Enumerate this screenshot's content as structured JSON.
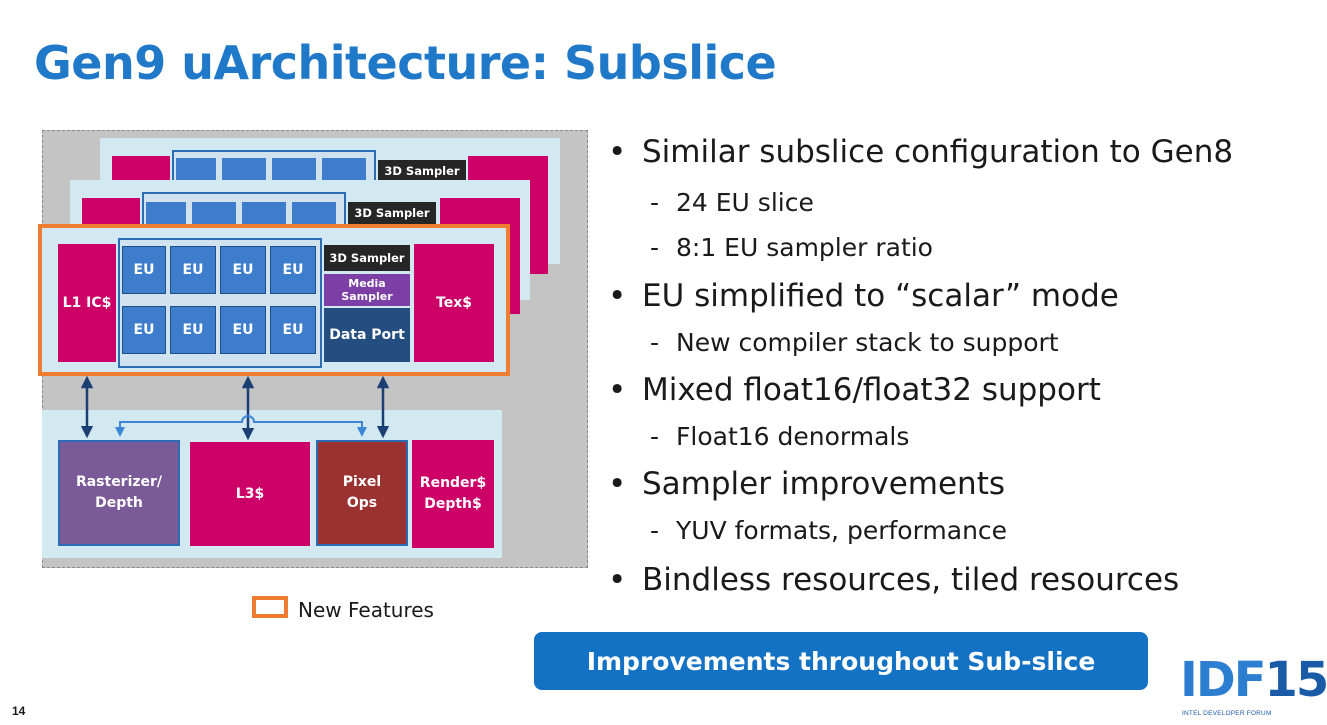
{
  "title": "Gen9 uArchitecture: Subslice",
  "diagram": {
    "back_sampler_label": "3D Sampler",
    "eu_label": "EU",
    "l1_label": "L1 IC$",
    "sampler_label": "3D Sampler",
    "media_sampler_label": "Media Sampler",
    "data_port_label": "Data Port",
    "tex_label": "Tex$",
    "rasterizer_label": "Rasterizer/ Depth",
    "l3_label": "L3$",
    "pixel_ops_label": "Pixel Ops",
    "render_label": "Render$ Depth$",
    "legend_label": "New Features"
  },
  "bullets": [
    {
      "level": 1,
      "text": "Similar subslice configuration to Gen8"
    },
    {
      "level": 2,
      "text": "24 EU slice"
    },
    {
      "level": 2,
      "text": "8:1 EU sampler ratio"
    },
    {
      "level": 1,
      "text": "EU simplified to “scalar” mode"
    },
    {
      "level": 2,
      "text": "New compiler stack to support"
    },
    {
      "level": 1,
      "text": "Mixed float16/float32 support"
    },
    {
      "level": 2,
      "text": "Float16 denormals"
    },
    {
      "level": 1,
      "text": "Sampler improvements"
    },
    {
      "level": 2,
      "text": "YUV formats, performance"
    },
    {
      "level": 1,
      "text": "Bindless resources, tiled resources"
    }
  ],
  "markers": {
    "level1": "•",
    "level2": "-"
  },
  "banner": "Improvements throughout Sub-slice",
  "page_number": "14",
  "logo": {
    "main": "IDF",
    "number": "15",
    "sub": "INTEL DEVELOPER FORUM"
  },
  "colors": {
    "title": "#1f78c8",
    "magenta": "#cc0066",
    "eu_blue": "#3d7dcc",
    "orange_highlight": "#ee7d31",
    "media_sampler": "#7b3fa6",
    "rasterizer": "#7b5a98",
    "pixel_ops": "#9a3232",
    "banner": "#1472c4"
  }
}
